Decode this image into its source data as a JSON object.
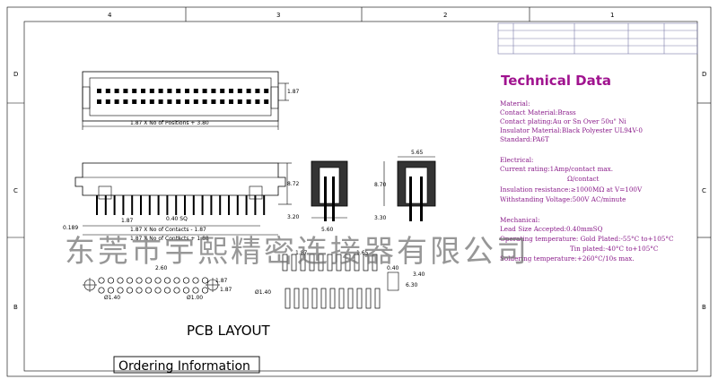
{
  "frame": {
    "columns": [
      "4",
      "3",
      "2",
      "1"
    ],
    "rows": [
      "D",
      "C",
      "B"
    ]
  },
  "title_block": {
    "text": "Technical Data"
  },
  "spec": {
    "material": {
      "heading": "Material:",
      "lines": [
        "Contact Material:Brass",
        "Contact plating:Au or Sn Over 50u\" Ni",
        "Insulator Material:Black Polyester UL94V-0",
        "Standard:PA6T"
      ]
    },
    "electrical": {
      "heading": "Electrical:",
      "lines": [
        "Current rating:1Amp/contact max.",
        "Ω/contact",
        "Insulation resistance:≥1000MΩ at V=100V",
        "Withstanding Voltage:500V AC/minute"
      ]
    },
    "mechanical": {
      "heading": "Mechanical:",
      "lines": [
        "Lead Size Accepted:0.40mmSQ",
        "Operating temperature: Gold Plated:-55°C to+105°C",
        "Tin plated:-40°C to+105°C",
        "Soldering temperature:+260°C/10s max."
      ]
    }
  },
  "watermark": "东莞市宇熙精密连接器有限公司",
  "drawing": {
    "dims": {
      "pitch_top": "1.87",
      "overall_length": "1.87 X No of Positions + 3.80",
      "height_front": "8.72",
      "pin_length": "3.20",
      "pin_dia": "0.189",
      "pitch_bottom": "1.87",
      "sq_pin": "0.40 SQ",
      "contacts_formula_1": "1.87 X No of Contacts - 1.87",
      "contacts_formula_2": "1.87 X No of Contacts + 1.88",
      "side_width": "5.60",
      "side_width_2": "5.65",
      "side_height": "8.70",
      "side_tail": "3.30",
      "pcb_pitch": "1.87",
      "pcb_row": "1.87",
      "pcb_hole": "Ø1.40",
      "pcb_hole_2": "Ø1.00",
      "pcb_hole_3": "Ø1.40",
      "pcb_offset": "2.60",
      "pcb_a": "1.87",
      "pcb_b": "1.65",
      "pcb_c": "6.30",
      "pcb_d": "0.40",
      "pcb_dim_e": "3.40"
    }
  },
  "labels": {
    "pcb_layout": "PCB LAYOUT",
    "ordering": "Ordering Information"
  }
}
